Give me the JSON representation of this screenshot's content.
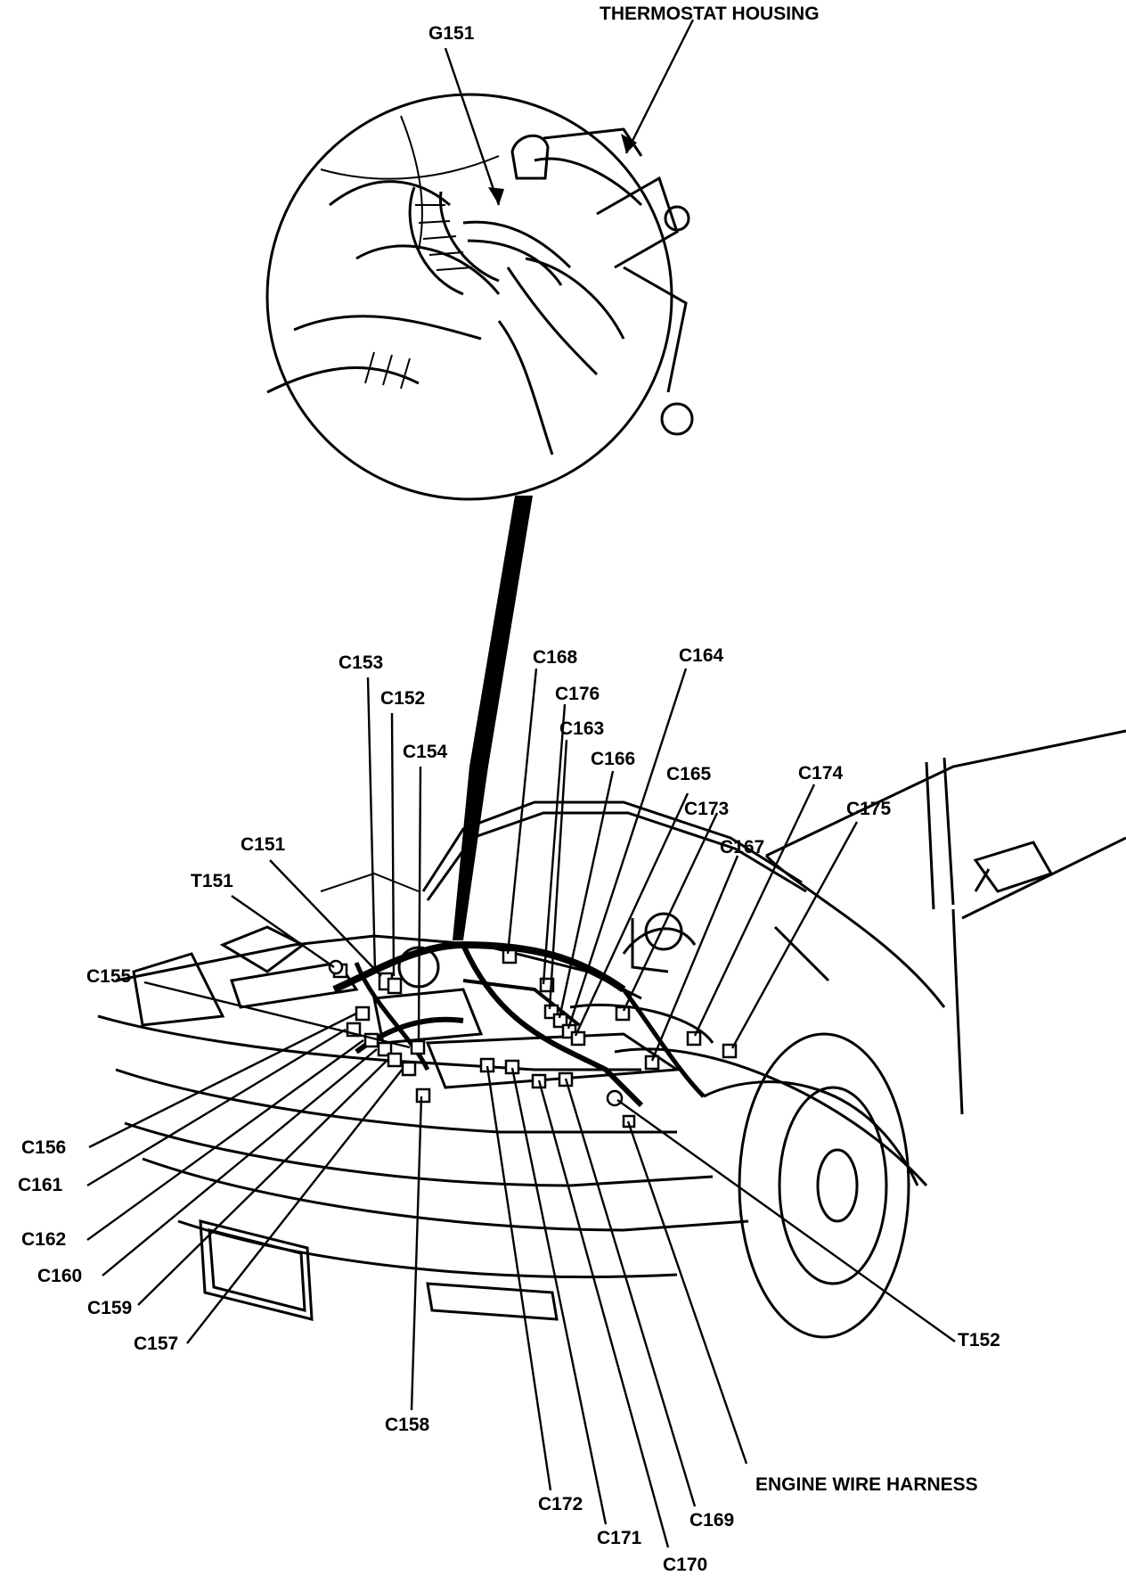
{
  "labels": {
    "thermostat_housing": "THERMOSTAT HOUSING",
    "g151": "G151",
    "c153": "C153",
    "c152": "C152",
    "c154": "C154",
    "c151": "C151",
    "t151": "T151",
    "c155": "C155",
    "c156": "C156",
    "c161": "C161",
    "c162": "C162",
    "c160": "C160",
    "c159": "C159",
    "c157": "C157",
    "c158": "C158",
    "c168": "C168",
    "c176": "C176",
    "c163": "C163",
    "c166": "C166",
    "c164": "C164",
    "c165": "C165",
    "c173": "C173",
    "c174": "C174",
    "c175": "C175",
    "c167": "C167",
    "t152": "T152",
    "engine_wire_harness": "ENGINE WIRE HARNESS",
    "c172": "C172",
    "c171": "C171",
    "c170": "C170",
    "c169": "C169"
  }
}
